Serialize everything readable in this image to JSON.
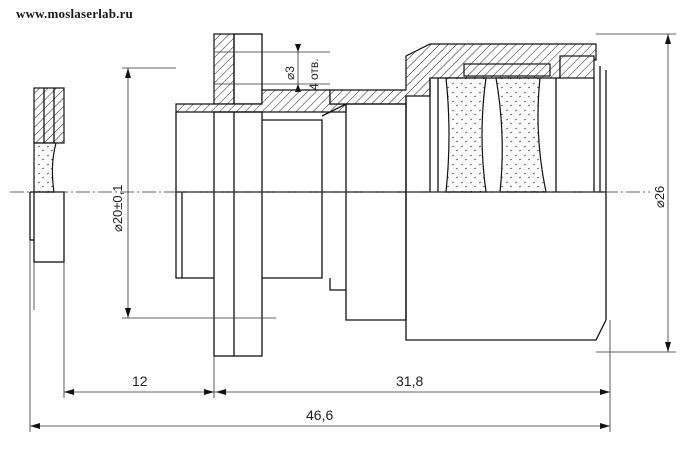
{
  "watermark": "www.moslaserlab.ru",
  "dimensions": {
    "hole": "⌀3",
    "hole_count": "4 отв.",
    "bore": "⌀20±0,1",
    "outer": "⌀26",
    "length_flange": "12",
    "length_body": "31,8",
    "length_total": "46,6"
  }
}
